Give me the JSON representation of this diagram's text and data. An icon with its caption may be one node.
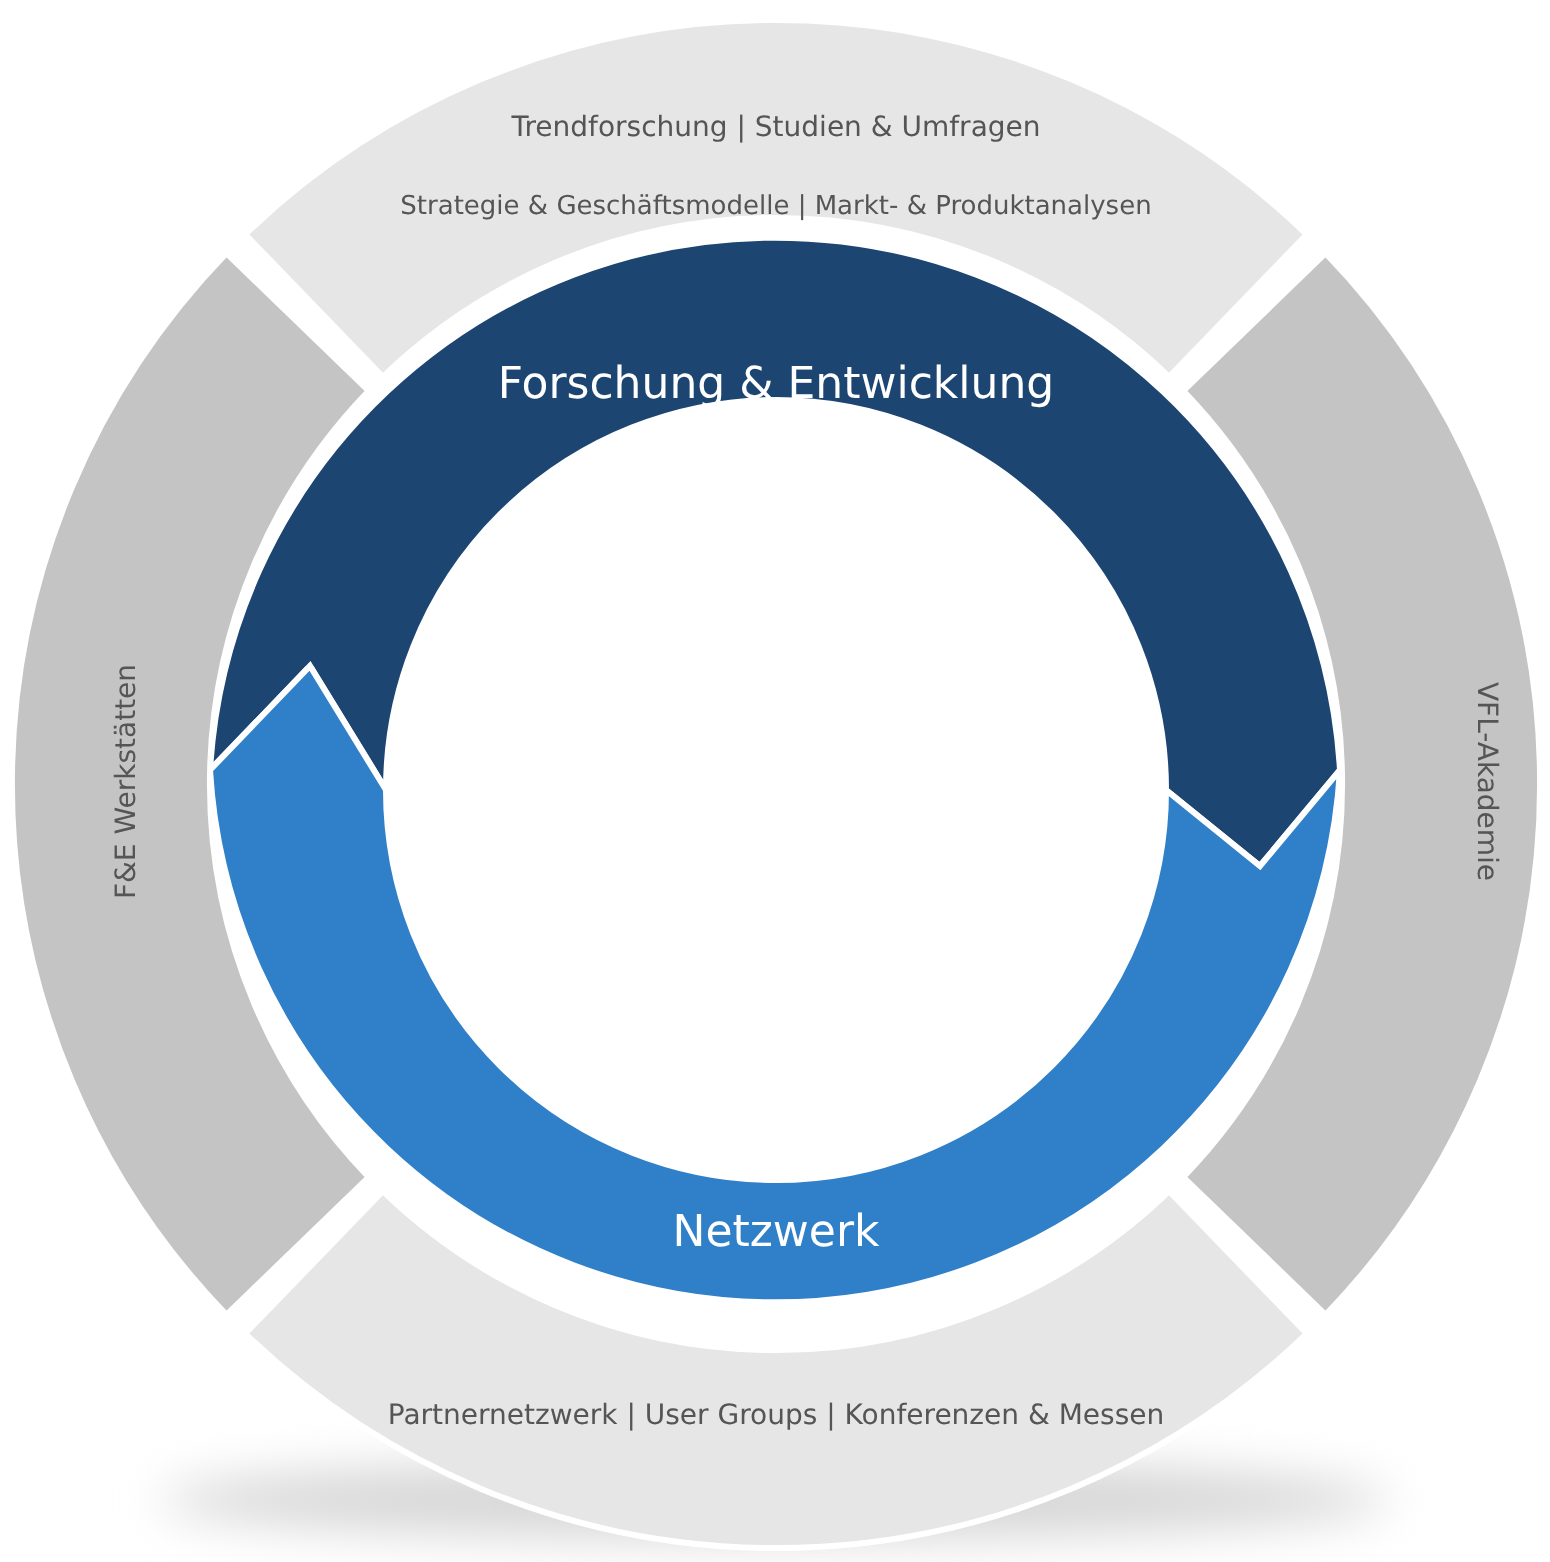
{
  "diagram": {
    "nodes": [
      {
        "text": [
          "Trendforschung | Studien & Umfragen",
          "Strategie & Geschäftsmodelle | Markt- & Produktanalysen"
        ]
      },
      {
        "text": [
          "VFL-Akademie"
        ]
      },
      {
        "text": [
          "Partnernetzwerk | User Groups | Konferenzen & Messen"
        ]
      },
      {
        "text": [
          "F&E Werkstätten"
        ]
      },
      {
        "text": [
          "Forschung & Entwicklung"
        ]
      },
      {
        "text": [
          "Netzwerk"
        ]
      }
    ]
  }
}
